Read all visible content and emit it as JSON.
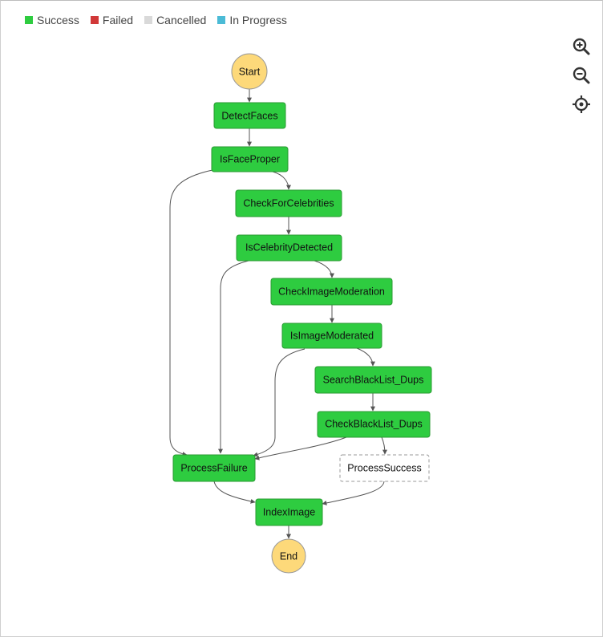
{
  "legend": [
    {
      "label": "Success",
      "color": "#2ecc40"
    },
    {
      "label": "Failed",
      "color": "#d13838"
    },
    {
      "label": "Cancelled",
      "color": "#d9d9d9"
    },
    {
      "label": "In Progress",
      "color": "#4bbbd6"
    }
  ],
  "toolbar": {
    "zoom_in": "zoom-in-icon",
    "zoom_out": "zoom-out-icon",
    "center": "center-target-icon"
  },
  "colors": {
    "success": "#2ecc40",
    "terminal": "#fdd97a",
    "not_run_border": "#999999"
  },
  "nodes": {
    "start": "Start",
    "detect_faces": "DetectFaces",
    "is_face_proper": "IsFaceProper",
    "check_for_celebrities": "CheckForCelebrities",
    "is_celebrity_detected": "IsCelebrityDetected",
    "check_image_moderation": "CheckImageModeration",
    "is_image_moderated": "IsImageModerated",
    "search_blacklist_dups": "SearchBlackList_Dups",
    "check_blacklist_dups": "CheckBlackList_Dups",
    "process_failure": "ProcessFailure",
    "process_success": "ProcessSuccess",
    "index_image": "IndexImage",
    "end": "End"
  }
}
